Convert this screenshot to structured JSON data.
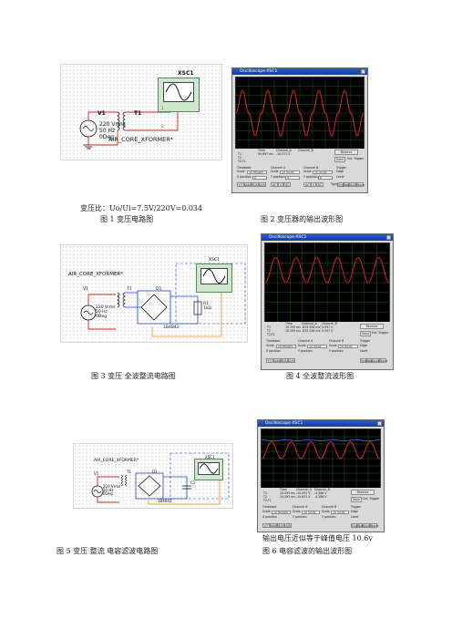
{
  "ratio_text": "变压比：Uo/Ui=7.5V/220V=0.034",
  "captions": {
    "fig1": "图 1    变压电路图",
    "fig2": "图 2     变压器的输出波形图",
    "fig3": "图 3     变压 全波整流电路图",
    "fig4": "图 4     全波整流波形图",
    "fig5": "图 5     变压 整流 电容滤波电路图",
    "fig6": "图 6     电容滤波的输出波形图",
    "note6": "输出电压近似等于峰值电压 10.6v"
  },
  "schem1": {
    "osc": "XSC1",
    "src": "V1",
    "xf": "T1",
    "vrms": "220 Vrms",
    "hz": "50 Hz",
    "deg": "0Deg",
    "core": "AIR_CORE_XFORMER*",
    "n1": "1",
    "n2": "2",
    "n0": "0"
  },
  "schem2": {
    "osc": "XSC1",
    "core": "AIR_CORE_XFORMER*",
    "src": "V1",
    "xf": "T1",
    "vrms": "220 Vrms",
    "hz": "50 Hz",
    "deg": "0Deg",
    "diode": "D1",
    "bridge": "1B4B42",
    "res": "R1",
    "resv": "1kΩ"
  },
  "schem3": {
    "osc": "XSC1",
    "core": "AIR_CORE_XFORMER*",
    "src": "V1",
    "xf": "T1",
    "vrms": "220 Vrms",
    "hz": "50 Hz",
    "deg": "0Deg",
    "diode": "D1",
    "bridge": "1B4B42",
    "cap": "C1"
  },
  "scope": {
    "title": "Oscilloscope-XSC1",
    "reverse": "Reverse",
    "save": "Save",
    "ext_trigger": "Ext. Trigger",
    "timebase": "Timebase",
    "channel_a": "Channel A",
    "channel_b": "Channel B",
    "trigger": "Trigger",
    "scale": "Scale",
    "xposition": "X position",
    "yposition": "Y position",
    "level": "Level",
    "edge": "Edge",
    "type": "Type",
    "time_hdr": "Time",
    "cha_hdr": "Channel_A",
    "chb_hdr": "Channel_B",
    "t1": "T1",
    "t2": "T2",
    "t2t1": "T2-T1",
    "scale_time": "10 ms/Div",
    "scale_a": "10 V/Div",
    "scale_b": "10 V/Div",
    "pos": "0",
    "modes": [
      "Y/T",
      "Add",
      "B/A",
      "A/B"
    ],
    "coupling": [
      "AC",
      "0",
      "DC"
    ],
    "trig_modes": [
      "Sing.",
      "Nor.",
      "Auto",
      "None"
    ]
  },
  "scope1_readout": {
    "t1": "99.697 ms",
    "a1": "-10.071 V",
    "b1": "",
    "t2": "",
    "a2": "",
    "b2": ""
  },
  "scope2_readout": {
    "t1": "19.293 ms",
    "a1": "-635.326 mV",
    "b1": "5.597 V",
    "t2": "19.293 ms",
    "a2": "-635.326 mV",
    "b2": "5.597 V"
  },
  "scope3_readout": {
    "t1": "19.293 ms",
    "a1": "-10.631 V",
    "b1": "-4.286 V",
    "t2": "19.293 ms",
    "a2": "-10.631 V",
    "b2": "-4.286 V"
  },
  "colors": {
    "trace_red": "#e02020",
    "trace_blue": "#2a5ad8",
    "grid": "#1f5a1f",
    "wire_red": "#d02020",
    "wire_blue": "#2040c0",
    "wire_orange": "#e08a20"
  },
  "chart_data": [
    {
      "type": "line",
      "series": [
        {
          "values": [
            0,
            1,
            0,
            -1,
            0,
            1,
            0,
            -1,
            0,
            1,
            0,
            -1,
            0,
            1,
            0,
            -1,
            0,
            1,
            0,
            -1,
            0
          ]
        }
      ]
    },
    {
      "type": "line",
      "series": [
        {
          "values": [
            0,
            1,
            0,
            1,
            0,
            1,
            0,
            1,
            0,
            1,
            0,
            1,
            0
          ]
        }
      ]
    },
    {
      "type": "line",
      "series": [
        {
          "values": [
            1,
            0.95,
            1,
            0.95,
            1,
            0.95,
            1,
            0.95,
            1,
            0.95,
            1
          ]
        }
      ]
    }
  ]
}
